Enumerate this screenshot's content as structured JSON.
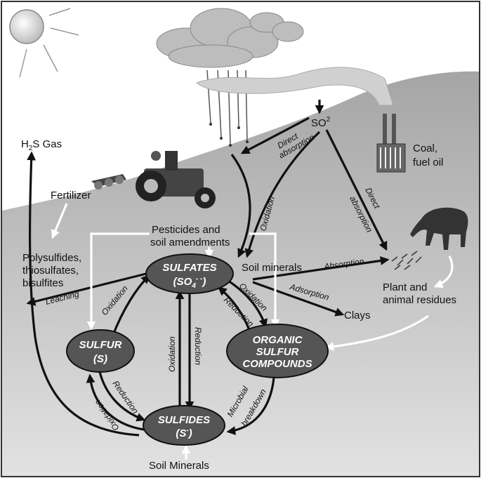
{
  "atmosphere": {
    "h2s_prefix": "H",
    "h2s_sub": "2",
    "h2s_suffix": "S Gas",
    "so2_base": "SO",
    "so2_sup": "2",
    "coal_line1": "Coal,",
    "coal_line2": "fuel oil"
  },
  "nodes": {
    "sulfates_line1": "SULFATES",
    "sulfates_line2_base": "(SO",
    "sulfates_line2_sub": "4",
    "sulfates_line2_sup": "- -",
    "sulfates_line2_end": ")",
    "sulfur_line1": "SULFUR",
    "sulfur_line2": "(S)",
    "sulfides_line1": "SULFIDES",
    "sulfides_line2_base": "(S",
    "sulfides_line2_sup": "-",
    "sulfides_line2_end": ")",
    "organic_line1": "ORGANIC",
    "organic_line2": "SULFUR",
    "organic_line3": "COMPOUNDS"
  },
  "labels": {
    "fertilizer": "Fertilizer",
    "polysulfides_line1": "Polysulfides,",
    "polysulfides_line2": "thiosulfates,",
    "polysulfides_line3": "bisulfites",
    "pesticides_line1": "Pesticides and",
    "pesticides_line2": "soil amendments",
    "soil_minerals_top": "Soil minerals",
    "soil_minerals_bottom": "Soil Minerals",
    "clays": "Clays",
    "plant_line1": "Plant and",
    "plant_line2": "animal residues"
  },
  "processes": {
    "direct_absorption_a1": "Direct",
    "direct_absorption_a2": "absorption",
    "direct_absorption_b1": "Direct",
    "direct_absorption_b2": "absorption",
    "oxidation_sky": "Oxidation",
    "absorption": "Absorption",
    "adsorption": "Adsorption",
    "leaching": "Leaching",
    "oxidation_left": "Oxidation",
    "oxidation_right": "Oxidation",
    "reduction_right": "Reduction",
    "oxidation_center": "Oxidation",
    "reduction_center": "Reduction",
    "reduction_lower_left": "Reduction",
    "oxidation_lower_left": "Oxidation",
    "microbial": "Microbial",
    "breakdown": "breakdown"
  },
  "colors": {
    "sky": "#ffffff",
    "soil_top": "#a9a9a9",
    "soil_bottom": "#dcdcdc",
    "node_fill": "#555555",
    "arrow_dark": "#111111",
    "arrow_light": "#ffffff"
  }
}
